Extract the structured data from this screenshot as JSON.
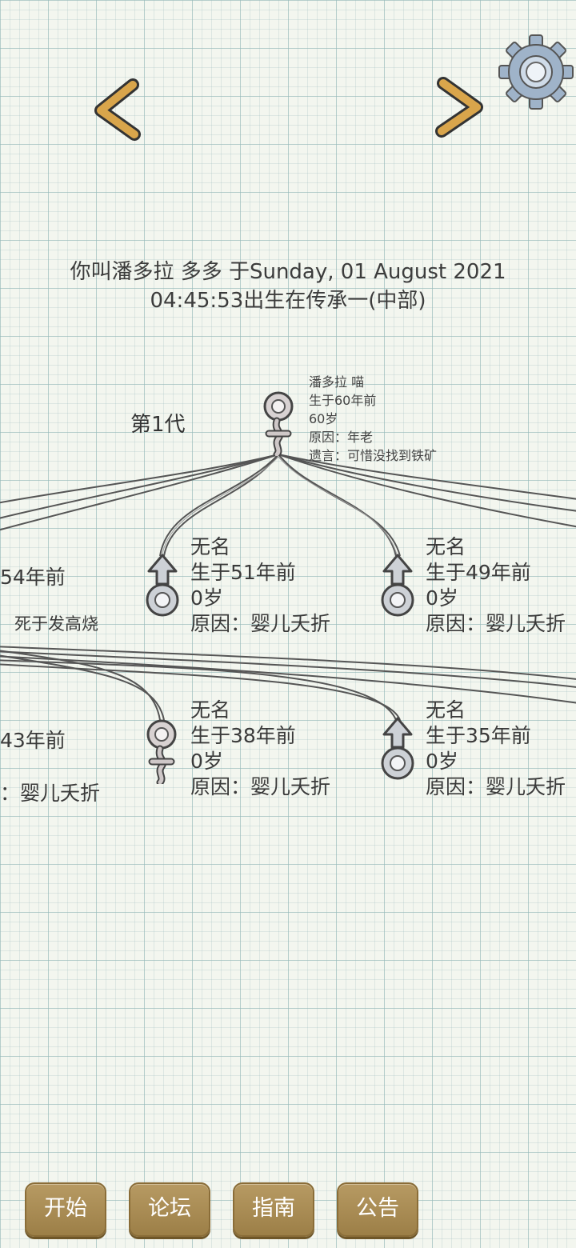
{
  "headline": {
    "line1": "你叫潘多拉 多多 于Sunday, 01 August 2021",
    "line2": "04:45:53出生在传承一(中部)"
  },
  "generation": {
    "label": "第1代"
  },
  "root": {
    "name": "潘多拉 喵",
    "born": "生于60年前",
    "age": "60岁",
    "cause": "原因：年老",
    "last_words": "遗言：可惜没找到铁矿"
  },
  "children": [
    {
      "name": "无名",
      "born": "生于51年前",
      "age": "0岁",
      "cause": "原因：婴儿夭折",
      "sex": "male"
    },
    {
      "name": "无名",
      "born": "生于49年前",
      "age": "0岁",
      "cause": "原因：婴儿夭折",
      "sex": "male"
    },
    {
      "name": "无名",
      "born": "生于38年前",
      "age": "0岁",
      "cause": "原因：婴儿夭折",
      "sex": "female"
    },
    {
      "name": "无名",
      "born": "生于35年前",
      "age": "0岁",
      "cause": "原因：婴儿夭折",
      "sex": "male"
    }
  ],
  "fragments": {
    "left_row1_born": "54年前",
    "left_row1_cause": "死于发高烧",
    "left_row2_born": "43年前",
    "left_row2_cause": "：婴儿夭折"
  },
  "icons": {
    "prev": "chevron-left-icon",
    "next": "chevron-right-icon",
    "settings": "gear-icon",
    "female": "female-symbol-icon",
    "male": "male-symbol-icon"
  },
  "colors": {
    "button": "#a88a52",
    "arrow": "#d4a04a",
    "background": "#f3f6ef"
  },
  "buttons": {
    "start": "开始",
    "forum": "论坛",
    "guide": "指南",
    "notice": "公告"
  }
}
